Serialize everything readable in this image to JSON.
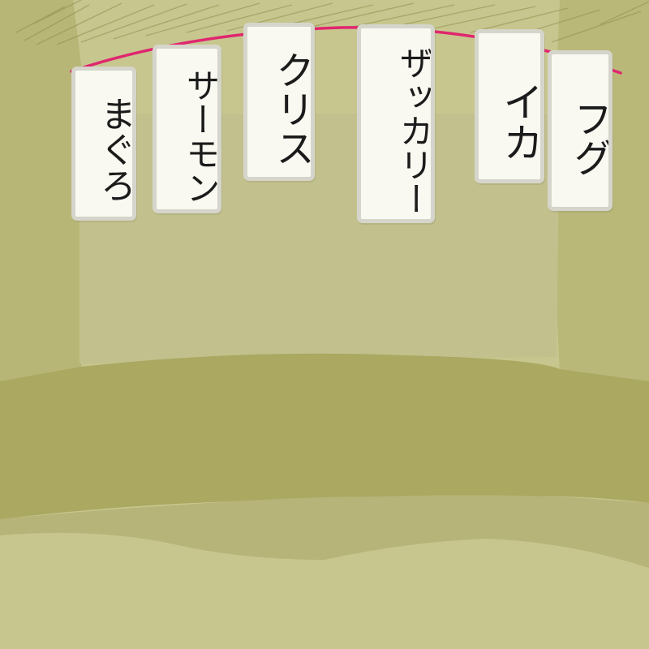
{
  "colors": {
    "wall": "#c7c68e",
    "wall_shade": "#aeac66",
    "floor": "#c3c28c",
    "backdrop": "#c2c18d",
    "string": "#e0266f",
    "tag_paper": "#f9f9f1",
    "tag_border": "#d6d5cc",
    "ink": "#1b1b1b"
  },
  "menu_tags": [
    {
      "label": "まぐろ"
    },
    {
      "label": "サーモン"
    },
    {
      "label": "クリス"
    },
    {
      "label": "ザッカリー"
    },
    {
      "label": "イカ"
    },
    {
      "label": "フグ"
    }
  ]
}
